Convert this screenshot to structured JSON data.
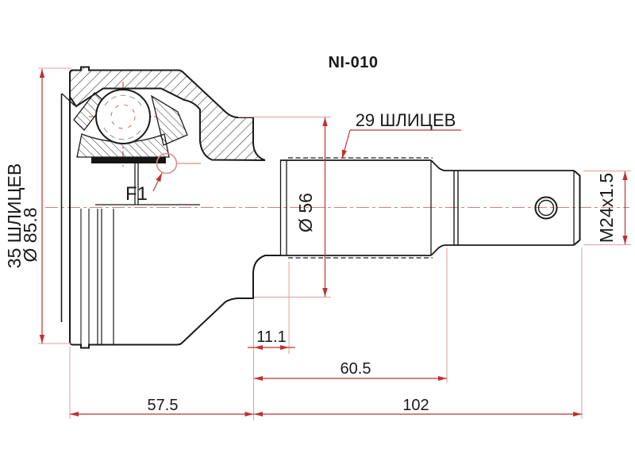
{
  "title": "NI-010",
  "labels": {
    "left_spline_count": "35 ШЛИЦЕВ",
    "left_diameter": "Ø 85.8",
    "shaft_spline_count": "29 ШЛИЦЕВ",
    "shaft_diameter": "Ø 56",
    "thread_spec": "M24x1.5",
    "feature": "F1"
  },
  "dimensions": {
    "spline_runout": "11.1",
    "spline_section_length": "60.5",
    "body_length": "57.5",
    "shaft_total_length": "102"
  },
  "colors": {
    "outline": "#1a1a1a",
    "dimension_line": "#c03030",
    "extension_line": "#e39c9c",
    "centerline": "#d08080",
    "background": "#ffffff"
  }
}
